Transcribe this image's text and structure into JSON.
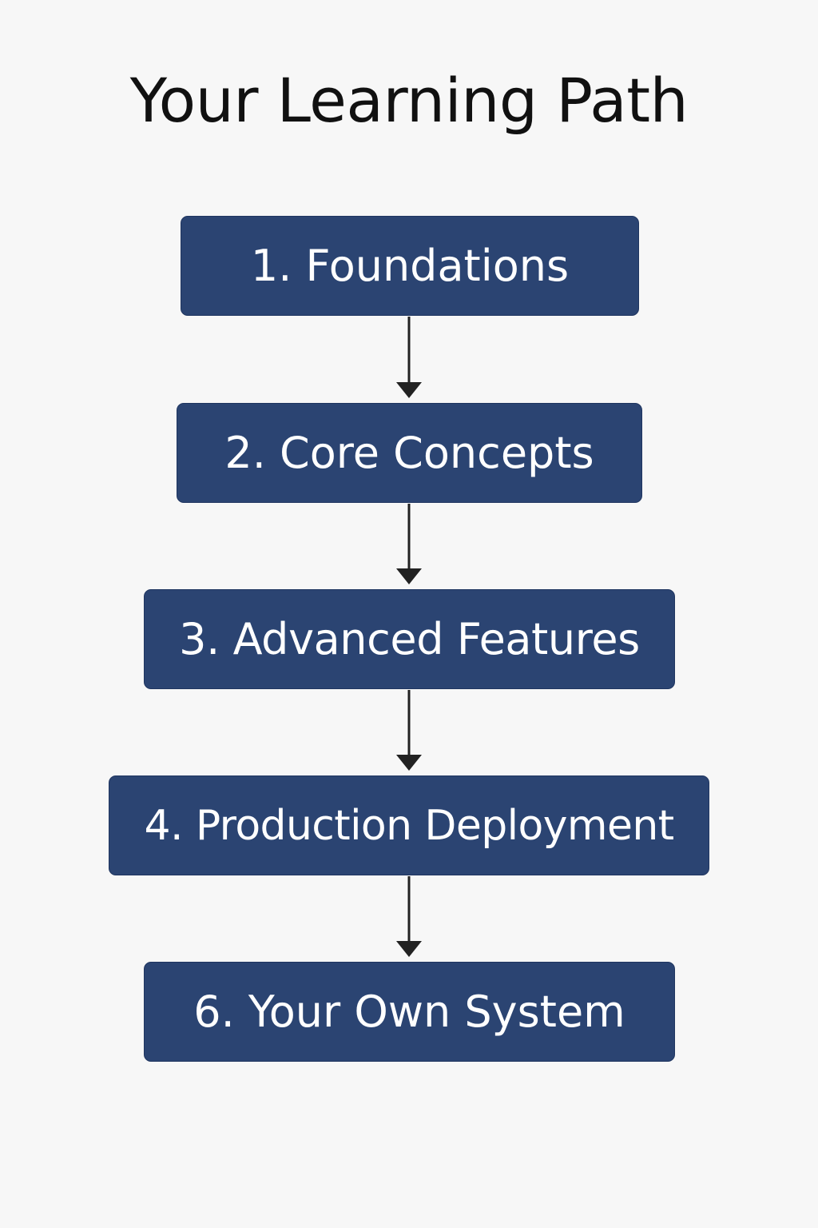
{
  "title": "Your Learning Path",
  "colors": {
    "background": "#f7f7f7",
    "box_fill": "#2b4472",
    "box_text": "#ffffff",
    "arrow": "#222222",
    "title": "#111111"
  },
  "steps": [
    {
      "label": "1. Foundations"
    },
    {
      "label": "2. Core Concepts"
    },
    {
      "label": "3. Advanced Features"
    },
    {
      "label": "4. Production Deployment"
    },
    {
      "label": "6. Your Own System"
    }
  ]
}
